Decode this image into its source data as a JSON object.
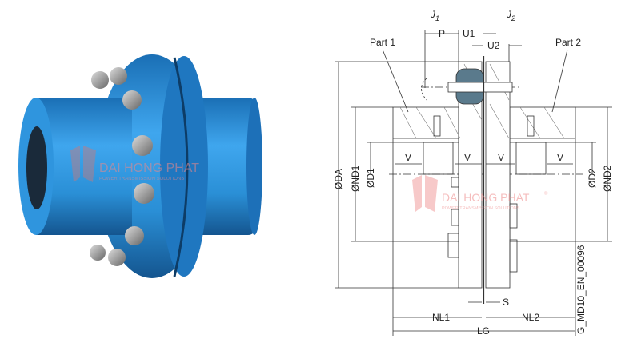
{
  "watermark": {
    "brand": "DAI HONG PHAT",
    "tagline": "POWER TRANSMISSION SOLUTIONS",
    "reg": "®",
    "color": "#e05a5a"
  },
  "product": {
    "color": "#2a8fd6"
  },
  "drawing": {
    "labels": {
      "j1": "J",
      "j1_sub": "1",
      "j2": "J",
      "j2_sub": "2",
      "p": "P",
      "u1": "U1",
      "u2": "U2",
      "part1": "Part 1",
      "part2": "Part 2",
      "da": "ØDA",
      "nd1": "ØND1",
      "d1": "ØD1",
      "d2": "ØD2",
      "nd2": "ØND2",
      "v": "V",
      "s": "S",
      "nl1": "NL1",
      "nl2": "NL2",
      "lg": "LG",
      "code": "G_MD10_EN_00096"
    },
    "elastomer_color": "#5a7a8c"
  }
}
